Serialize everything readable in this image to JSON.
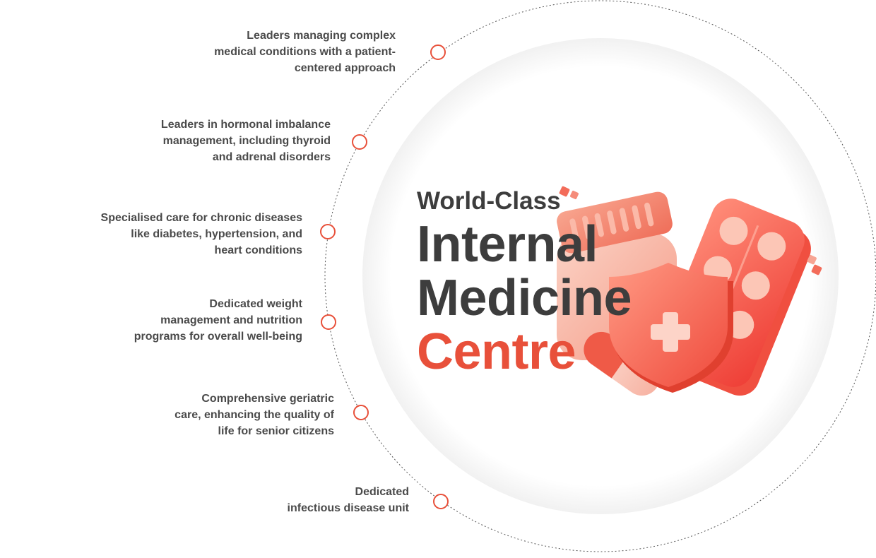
{
  "headline": {
    "line1": "World-Class",
    "line2": "Internal",
    "line3": "Medicine",
    "line4": "Centre"
  },
  "features": [
    {
      "text": "Leaders managing complex\nmedical conditions with a patient-\ncentered approach"
    },
    {
      "text": "Leaders in hormonal imbalance\nmanagement, including thyroid\nand adrenal disorders"
    },
    {
      "text": "Specialised care for chronic diseases\nlike diabetes, hypertension, and\nheart conditions"
    },
    {
      "text": "Dedicated weight\nmanagement and nutrition\nprograms for overall well-being"
    },
    {
      "text": "Comprehensive geriatric\ncare, enhancing the quality of\nlife for senior citizens"
    },
    {
      "text": "Dedicated\ninfectious disease unit"
    }
  ],
  "illustration": {
    "name": "medicine-bottle-pills-shield-icon"
  },
  "colors": {
    "accent": "#e8503a",
    "text": "#4a4a4a",
    "headline": "#3d3d3d",
    "orbit": "#555555"
  }
}
